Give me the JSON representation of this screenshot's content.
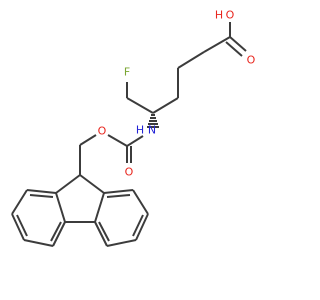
{
  "atoms": {
    "hydroxyl_o": "O",
    "hydroxyl_h": "H",
    "carbonyl_o_acid": "O",
    "fluorine": "F",
    "nitrogen": "N",
    "amide_h": "H",
    "carbonyl_o_carbamate": "O",
    "ester_o": "O"
  },
  "colors": {
    "bond": "#3c3c3c",
    "oxygen": "#e8261e",
    "nitrogen": "#2323d6",
    "fluorine": "#7aa632",
    "background": "#ffffff"
  }
}
